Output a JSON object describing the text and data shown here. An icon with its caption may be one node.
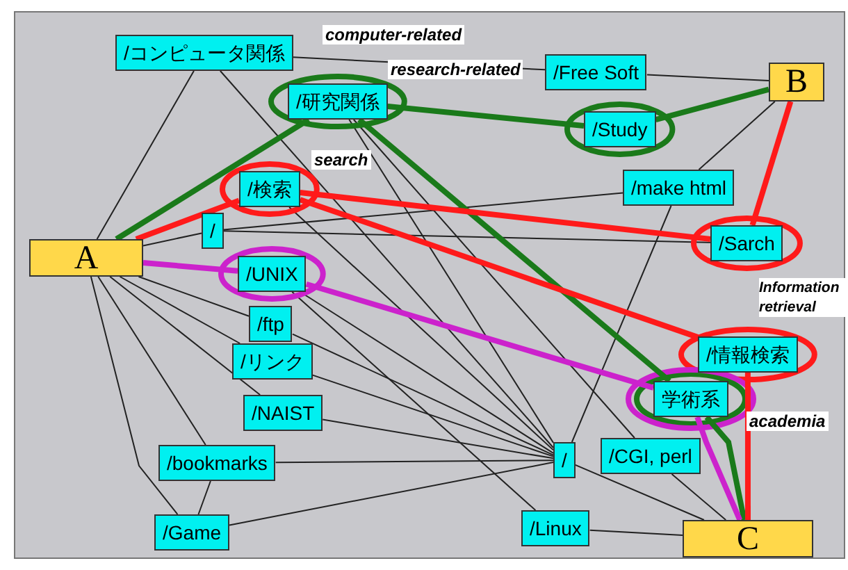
{
  "diagram": {
    "nodes": [
      {
        "text": [
          "/コンピュータ関係"
        ],
        "beside": [
          "computer-related"
        ]
      },
      {
        "text": [
          "/研究関係"
        ],
        "beside": [
          "research-related"
        ]
      },
      {
        "text": [
          "/Free Soft"
        ]
      },
      {
        "text": [
          "B"
        ]
      },
      {
        "text": [
          "/Study"
        ]
      },
      {
        "text": [
          "/検索"
        ],
        "beside": [
          "search"
        ]
      },
      {
        "text": [
          "/make html"
        ]
      },
      {
        "text": [
          "/"
        ]
      },
      {
        "text": [
          "/Sarch"
        ]
      },
      {
        "text": [
          "A"
        ]
      },
      {
        "text": [
          "/UNIX"
        ]
      },
      {
        "text": [
          "/ftp"
        ]
      },
      {
        "text": [
          "/リンク"
        ]
      },
      {
        "text": [
          "/情報検索"
        ],
        "beside": [
          "Information retrieval"
        ]
      },
      {
        "text": [
          "/NAIST"
        ]
      },
      {
        "text": [
          "学術系"
        ],
        "beside": [
          "academia"
        ]
      },
      {
        "text": [
          "/bookmarks"
        ]
      },
      {
        "text": [
          "/"
        ]
      },
      {
        "text": [
          "/CGI, perl"
        ]
      },
      {
        "text": [
          "/Game"
        ]
      },
      {
        "text": [
          "/Linux"
        ]
      },
      {
        "text": [
          "C"
        ]
      }
    ],
    "edges": [
      {
        "from": 0,
        "to": 9,
        "arrow": "none"
      },
      {
        "from": 0,
        "to": 17,
        "arrow": "none"
      },
      {
        "from": 0,
        "to": 2,
        "arrow": "none"
      },
      {
        "from": 2,
        "to": 3,
        "arrow": "none"
      },
      {
        "from": 1,
        "to": 17,
        "arrow": "none"
      },
      {
        "from": 1,
        "to": 18,
        "arrow": "none"
      },
      {
        "from": 3,
        "to": 6,
        "arrow": "none"
      },
      {
        "from": 7,
        "to": 6,
        "arrow": "none"
      },
      {
        "from": 6,
        "to": 17,
        "arrow": "none"
      },
      {
        "from": 5,
        "to": 17,
        "arrow": "none"
      },
      {
        "from": 9,
        "to": 7,
        "arrow": "none"
      },
      {
        "from": 7,
        "to": 8,
        "arrow": "none"
      },
      {
        "from": 9,
        "to": 11,
        "arrow": "none"
      },
      {
        "from": 9,
        "to": 12,
        "arrow": "none"
      },
      {
        "from": 9,
        "to": 14,
        "arrow": "none"
      },
      {
        "from": 9,
        "to": 16,
        "arrow": "none"
      },
      {
        "from": 9,
        "to": 19,
        "arrow": "none"
      },
      {
        "from": 10,
        "to": 17,
        "arrow": "none"
      },
      {
        "from": 10,
        "to": 20,
        "arrow": "none"
      },
      {
        "from": 11,
        "to": 17,
        "arrow": "none"
      },
      {
        "from": 12,
        "to": 17,
        "arrow": "none"
      },
      {
        "from": 14,
        "to": 17,
        "arrow": "none"
      },
      {
        "from": 16,
        "to": 17,
        "arrow": "none"
      },
      {
        "from": 19,
        "to": 17,
        "arrow": "none"
      },
      {
        "from": 16,
        "to": 19,
        "arrow": "none"
      },
      {
        "from": 17,
        "to": 21,
        "arrow": "none"
      },
      {
        "from": 18,
        "to": 21,
        "arrow": "none"
      },
      {
        "from": 20,
        "to": 21,
        "arrow": "none"
      },
      {
        "from": 9,
        "to": 1,
        "arrow": "none",
        "style": "thick",
        "color": "#1a7a1a"
      },
      {
        "from": 1,
        "to": 4,
        "arrow": "none",
        "style": "thick",
        "color": "#1a7a1a"
      },
      {
        "from": 4,
        "to": 3,
        "arrow": "none",
        "style": "thick",
        "color": "#1a7a1a"
      },
      {
        "from": 1,
        "to": 15,
        "arrow": "none",
        "style": "thick",
        "color": "#1a7a1a"
      },
      {
        "from": 15,
        "to": 21,
        "arrow": "none",
        "style": "thick",
        "color": "#1a7a1a"
      },
      {
        "from": 9,
        "to": 5,
        "arrow": "none",
        "style": "thick",
        "color": "#ff1a1a"
      },
      {
        "from": 5,
        "to": 8,
        "arrow": "none",
        "style": "thick",
        "color": "#ff1a1a"
      },
      {
        "from": 8,
        "to": 3,
        "arrow": "none",
        "style": "thick",
        "color": "#ff1a1a"
      },
      {
        "from": 5,
        "to": 13,
        "arrow": "none",
        "style": "thick",
        "color": "#ff1a1a"
      },
      {
        "from": 13,
        "to": 21,
        "arrow": "none",
        "style": "thick",
        "color": "#ff1a1a"
      },
      {
        "from": 9,
        "to": 10,
        "arrow": "none",
        "style": "thick",
        "color": "#cc22cc"
      },
      {
        "from": 10,
        "to": 15,
        "arrow": "none",
        "style": "thick",
        "color": "#cc22cc"
      },
      {
        "from": 15,
        "to": 21,
        "arrow": "none",
        "style": "thick",
        "color": "#cc22cc"
      }
    ]
  }
}
